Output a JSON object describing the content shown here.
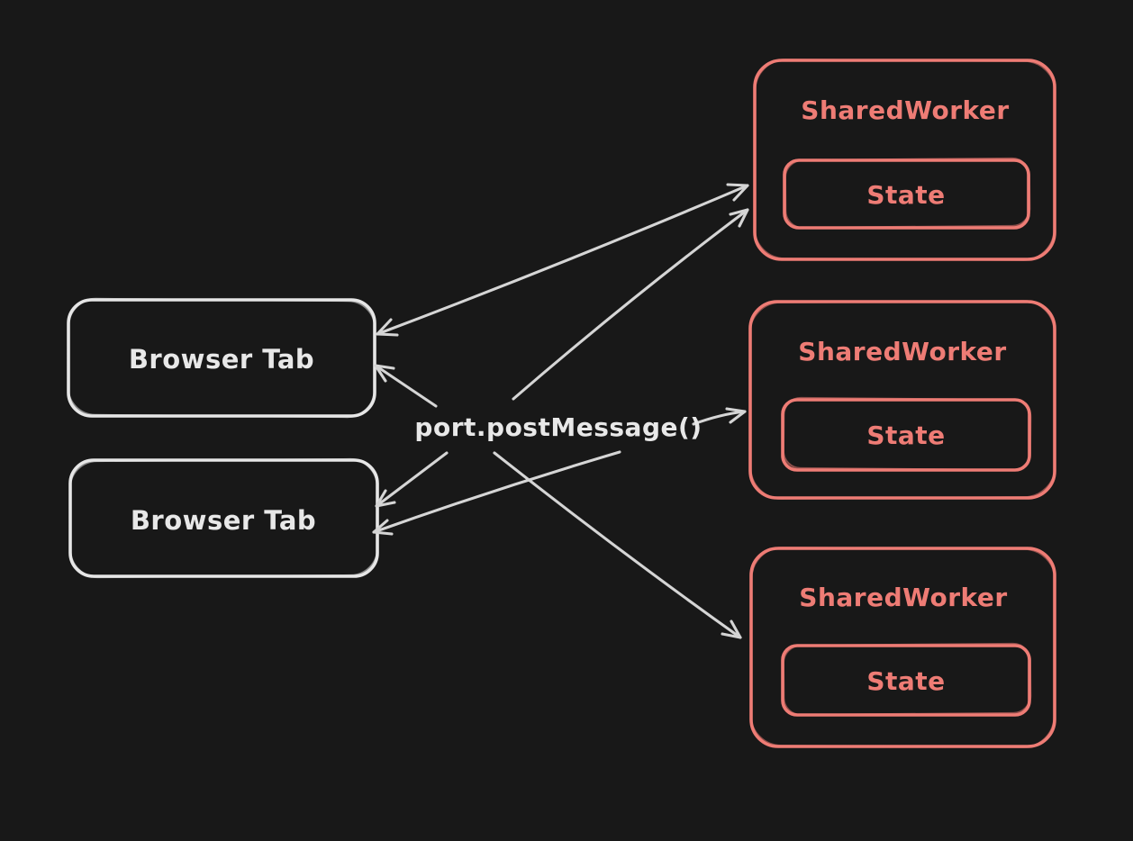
{
  "canvas": {
    "background": "#181818"
  },
  "colors": {
    "tab_stroke": "#e6e6e6",
    "worker_stroke": "#ee7c75",
    "arrow_stroke": "#d5d5d5",
    "label_light": "#e8e8e8",
    "label_salmon": "#ee7c75"
  },
  "center_label": "port.postMessage()",
  "tabs": [
    {
      "label": "Browser Tab"
    },
    {
      "label": "Browser Tab"
    }
  ],
  "workers": [
    {
      "label": "SharedWorker",
      "state": "State"
    },
    {
      "label": "SharedWorker",
      "state": "State"
    },
    {
      "label": "SharedWorker",
      "state": "State"
    }
  ],
  "edges": [
    {
      "id": "tab1-worker1",
      "from": "browser-tab-1",
      "to": "shared-worker-1",
      "arrowheads": "both"
    },
    {
      "id": "label-worker1",
      "from": "center-label",
      "to": "shared-worker-1",
      "arrowheads": "end"
    },
    {
      "id": "label-tab1",
      "from": "center-label",
      "to": "browser-tab-1",
      "arrowheads": "end"
    },
    {
      "id": "label-worker2",
      "from": "center-label",
      "to": "shared-worker-2",
      "arrowheads": "end"
    },
    {
      "id": "label-tab2-a",
      "from": "center-label",
      "to": "browser-tab-2",
      "arrowheads": "end"
    },
    {
      "id": "label-tab2-b",
      "from": "center-label",
      "to": "browser-tab-2",
      "arrowheads": "end"
    },
    {
      "id": "label-worker3",
      "from": "center-label",
      "to": "shared-worker-3",
      "arrowheads": "end"
    }
  ]
}
